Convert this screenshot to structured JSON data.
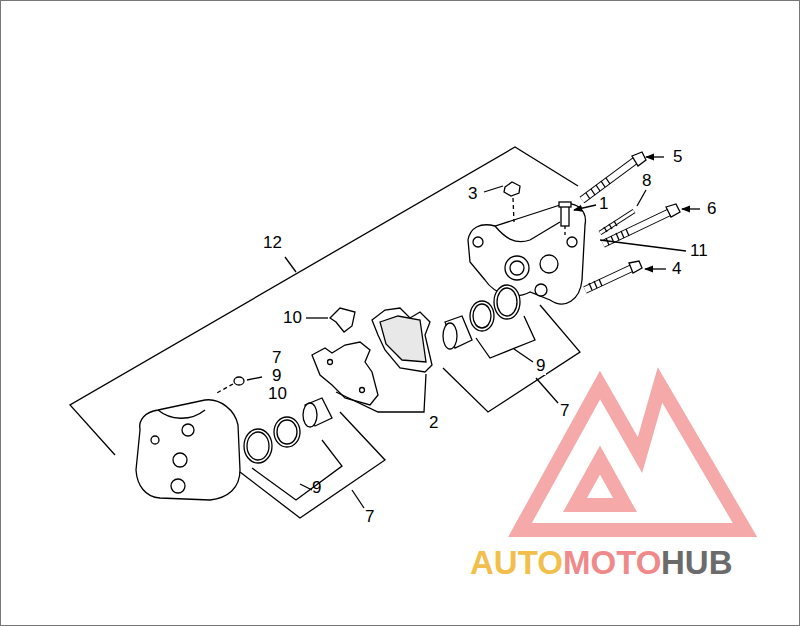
{
  "diagram": {
    "labels": [
      "5",
      "3",
      "8",
      "1",
      "6",
      "12",
      "11",
      "4",
      "10",
      "7",
      "9",
      "10",
      "9",
      "2",
      "7",
      "9",
      "7",
      "AUTO",
      "MOTO",
      "HUB"
    ]
  }
}
